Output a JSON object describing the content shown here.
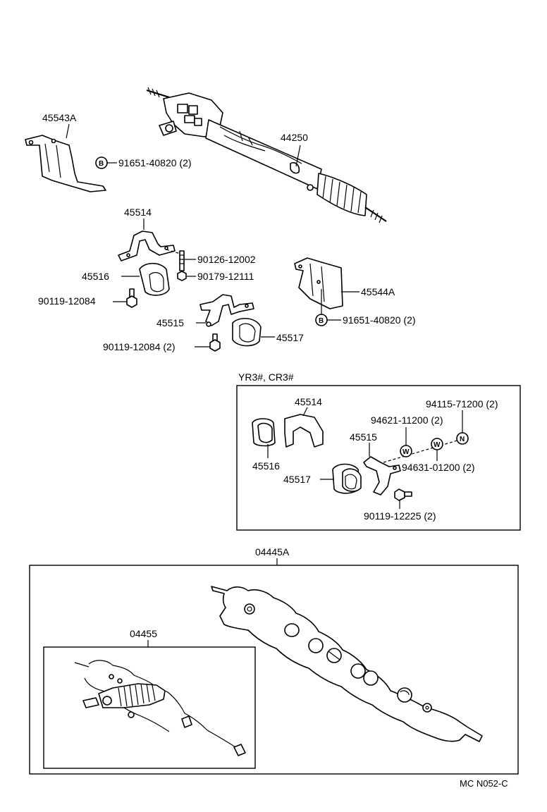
{
  "main": {
    "rack_assy": "44250",
    "bracket_left": "45543A",
    "bracket_left_bolt": "91651-40820 (2)",
    "bracket_right": "45544A",
    "bracket_right_bolt": "91651-40820 (2)",
    "upper_bracket": "45514",
    "upper_cushion": "45516",
    "lower_bracket": "45515",
    "lower_cushion": "45517",
    "stud": "90126-12002",
    "nut": "90179-12111",
    "bolt_single": "90119-12084",
    "bolt_double": "90119-12084 (2)"
  },
  "inset": {
    "title": "YR3#, CR3#",
    "upper_bracket": "45514",
    "upper_cushion": "45516",
    "lower_bracket": "45515",
    "lower_cushion": "45517",
    "nut": "94115-71200 (2)",
    "washer_a": "94621-11200 (2)",
    "washer_b": "94631-01200 (2)",
    "bolt": "90119-12225 (2)"
  },
  "housing": {
    "label": "04445A",
    "sub_label": "04455"
  },
  "symbols": {
    "b": "B",
    "w": "W",
    "n": "N"
  },
  "footer": {
    "code": "MC N052-C"
  }
}
